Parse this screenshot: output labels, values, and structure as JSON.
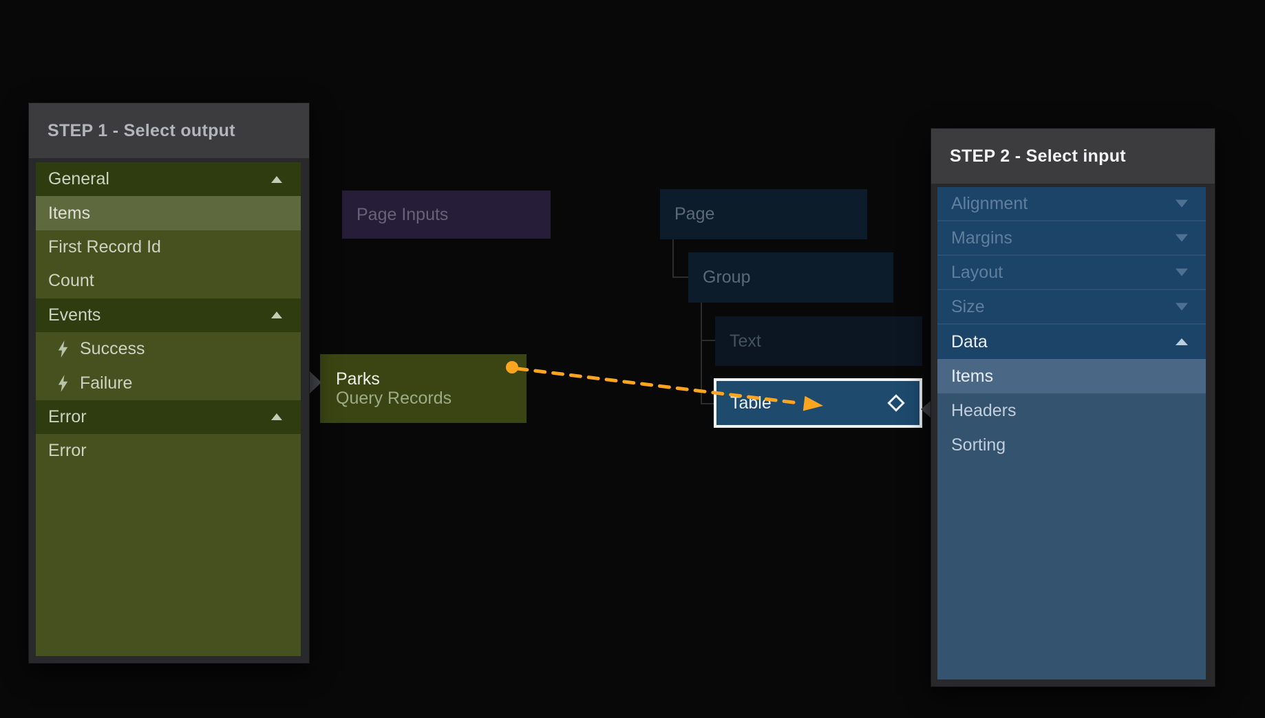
{
  "colors": {
    "accent_orange": "#FFA41F",
    "panel_header_bg": "#3C3C3F",
    "step1_item_bg": "#46511F",
    "step1_section_bg": "#2E3C10",
    "step1_selected_bg": "#5E6A3E",
    "parks_node_bg": "#3A4513",
    "page_inputs_node_bg": "#261E38",
    "page_node_bg": "#0D1C2B",
    "table_node_bg": "#1D4A6D",
    "step2_dropdown_bg": "#1C4468",
    "step2_body_bg": "#33536F",
    "step2_selected_bg": "#4A6885"
  },
  "step1_panel": {
    "title": "STEP 1 - Select output",
    "rows": [
      {
        "label": "General",
        "type": "section",
        "state": "expanded"
      },
      {
        "label": "Items",
        "type": "item",
        "selected": true
      },
      {
        "label": "First Record Id",
        "type": "item"
      },
      {
        "label": "Count",
        "type": "item"
      },
      {
        "label": "Events",
        "type": "section",
        "state": "expanded"
      },
      {
        "label": "Success",
        "type": "event"
      },
      {
        "label": "Failure",
        "type": "event"
      },
      {
        "label": "Error",
        "type": "section",
        "state": "expanded"
      },
      {
        "label": "Error",
        "type": "item"
      }
    ]
  },
  "step2_panel": {
    "title": "STEP 2 - Select input",
    "rows": [
      {
        "label": "Alignment",
        "type": "dropdown",
        "state": "collapsed"
      },
      {
        "label": "Margins",
        "type": "dropdown",
        "state": "collapsed"
      },
      {
        "label": "Layout",
        "type": "dropdown",
        "state": "collapsed"
      },
      {
        "label": "Size",
        "type": "dropdown",
        "state": "collapsed"
      },
      {
        "label": "Data",
        "type": "dropdown",
        "state": "expanded"
      },
      {
        "label": "Items",
        "type": "child",
        "selected": true
      },
      {
        "label": "Headers",
        "type": "child"
      },
      {
        "label": "Sorting",
        "type": "child"
      }
    ]
  },
  "flow": {
    "page_inputs_label": "Page Inputs",
    "page_label": "Page",
    "group_label": "Group",
    "text_label": "Text",
    "table_label": "Table",
    "parks_title": "Parks",
    "parks_subtitle": "Query Records"
  }
}
